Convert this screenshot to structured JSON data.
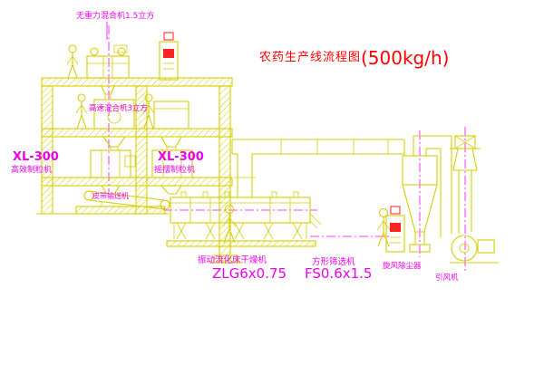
{
  "diagram": {
    "title": "农药生产线流程图",
    "capacity": "(500kg/h)",
    "title_color": "#ff0000",
    "line_color": "#d6cf00",
    "label_color": "#ee00ee",
    "accent_red": "#ff2222",
    "background": "#ffffff"
  },
  "labels": {
    "top_mixer": "无重力混合机1.5立方",
    "high_speed_mixer": "高速混合机3立方",
    "granulator_left_model": "XL-300",
    "granulator_left_name": "高效制粒机",
    "granulator_mid_model": "XL-300",
    "granulator_mid_name": "摇摆制粒机",
    "belt_conveyor": "皮带输送机",
    "dryer_name": "振动流化床干燥机",
    "dryer_model": "ZLG6x0.75",
    "sieve_name": "方形筛选机",
    "sieve_model": "FS0.6x1.5",
    "cyclone": "旋风除尘器",
    "fan": "引风机"
  }
}
